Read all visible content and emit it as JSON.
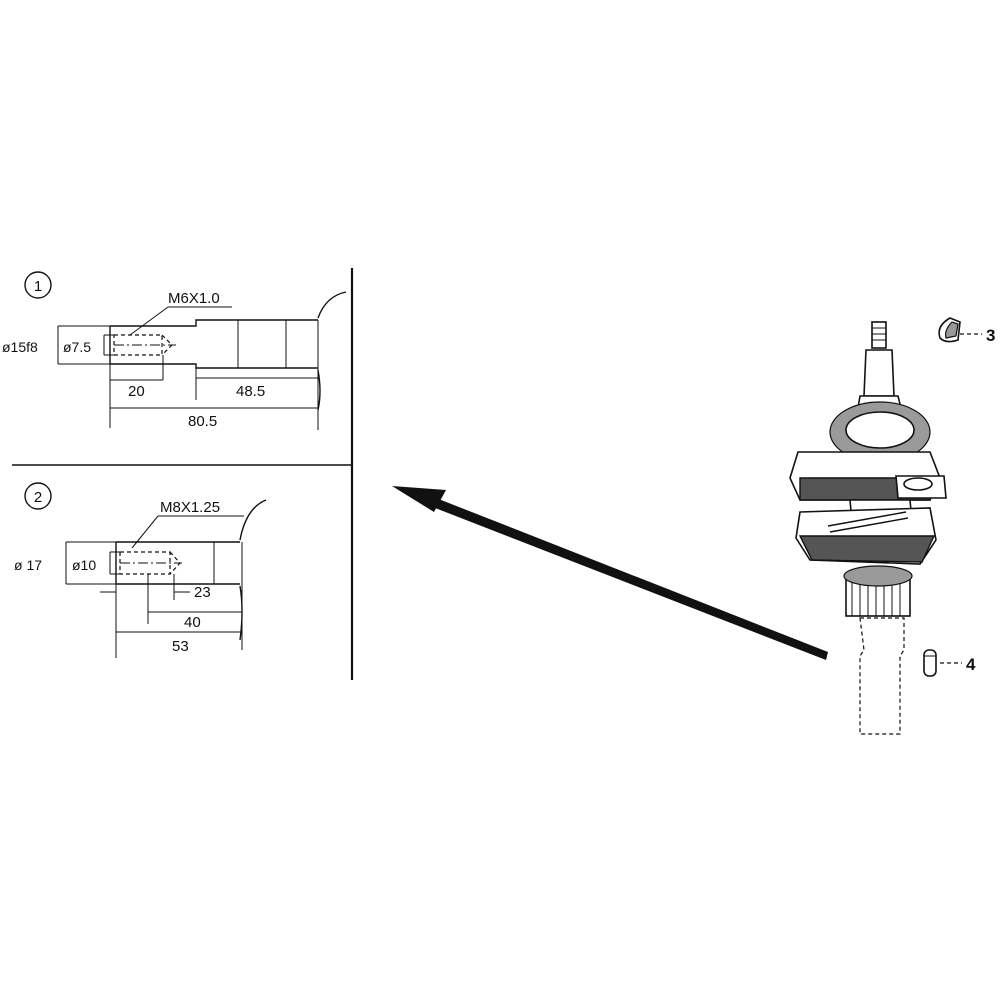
{
  "detail_1": {
    "number": "1",
    "thread": "M6X1.0",
    "dia_outer": "ø15f8",
    "dia_inner": "ø7.5",
    "dim_a": "20",
    "dim_b": "48.5",
    "dim_total": "80.5"
  },
  "detail_2": {
    "number": "2",
    "thread": "M8X1.25",
    "dia_outer": "ø 17",
    "dia_inner": "ø10",
    "dim_a": "23",
    "dim_b": "40",
    "dim_total": "53"
  },
  "callouts": {
    "part_3": "3",
    "part_4": "4"
  }
}
